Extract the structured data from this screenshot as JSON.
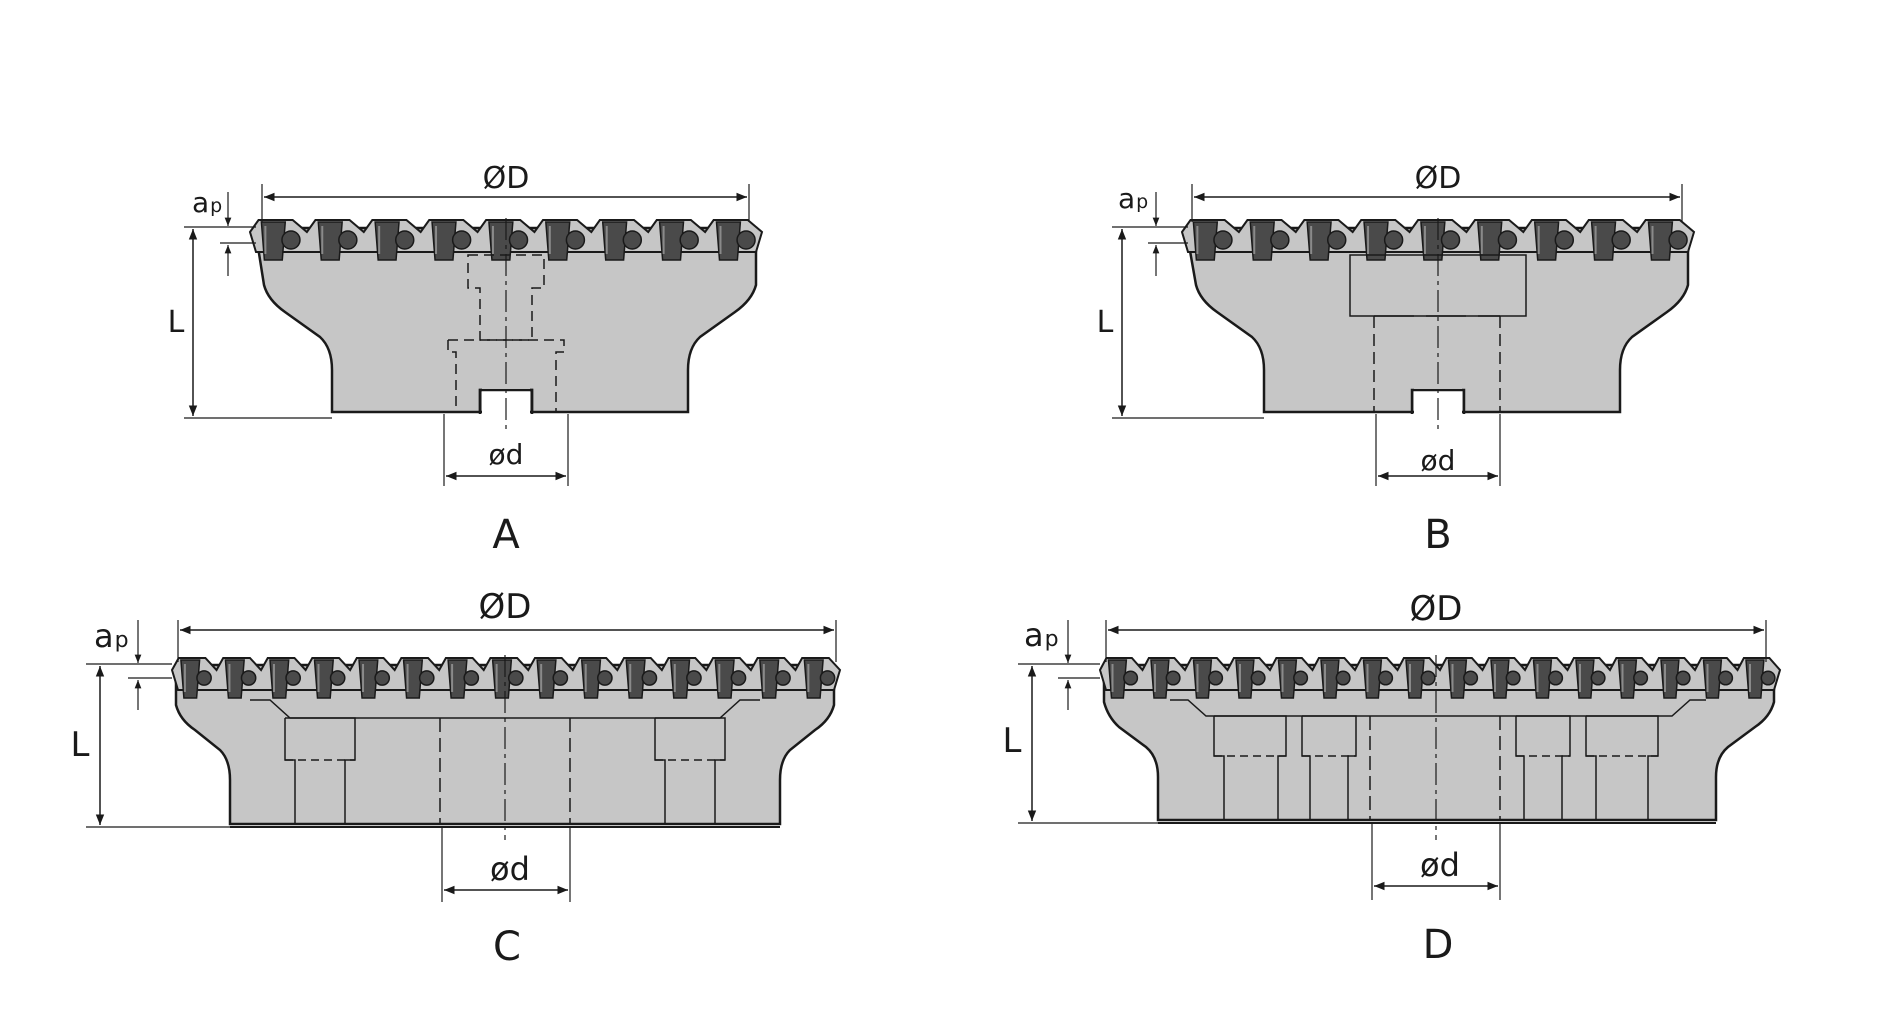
{
  "colors": {
    "body_fill": "#c6c6c6",
    "insert_fill": "#4a4a4a",
    "insert_highlight": "#8a8a8a",
    "line": "#1a1a1a",
    "background": "#ffffff"
  },
  "dimension_labels": {
    "outer_diameter": "ØD",
    "bore_diameter": "ød",
    "length": "L",
    "depth_a": "a",
    "depth_sub": "p"
  },
  "variants": [
    {
      "label": "A"
    },
    {
      "label": "B"
    },
    {
      "label": "C"
    },
    {
      "label": "D"
    }
  ]
}
